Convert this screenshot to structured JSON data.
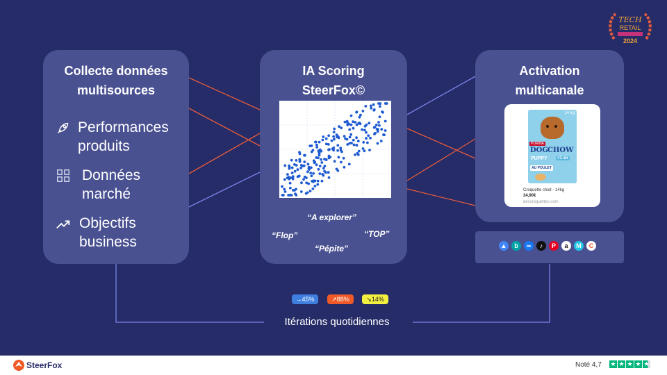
{
  "cards": {
    "collect": {
      "title_line1": "Collecte données",
      "title_line2": "multisources",
      "features": [
        {
          "icon": "rocket-icon",
          "line1": "Performances",
          "line2": "produits"
        },
        {
          "icon": "grid-icon",
          "line1": "Données",
          "line2": "marché"
        },
        {
          "icon": "trend-up-icon",
          "line1": "Objectifs",
          "line2": "business"
        }
      ]
    },
    "scoring": {
      "title_line1": "IA Scoring",
      "title_line2": "SteerFox©",
      "quadrants": {
        "explore": "“A explorer”",
        "flop": "“Flop”",
        "top": "“TOP”",
        "pepite": "“Pépite”"
      }
    },
    "activation": {
      "title_line1": "Activation",
      "title_line2": "multicanale",
      "product": {
        "brand": "PURINA",
        "name_line1": "DOG",
        "name_line2": "CHOW",
        "variant": "PUPPY",
        "age": "<1 an",
        "flavor": "AU POULET",
        "weight": "14 kg",
        "title": "Croquette chiot - 14kg",
        "price": "34,90€",
        "shop": "descroquettes.com"
      }
    }
  },
  "channels": [
    {
      "icon": "google-ads-icon",
      "color": "#4285f4"
    },
    {
      "icon": "bing-icon",
      "color": "#00a4a6"
    },
    {
      "icon": "meta-icon",
      "color": "#1877f2"
    },
    {
      "icon": "tiktok-icon",
      "color": "#111111"
    },
    {
      "icon": "pinterest-icon",
      "color": "#e60023"
    },
    {
      "icon": "amazon-icon",
      "color": "#222222"
    },
    {
      "icon": "marketplace-m-icon",
      "color": "#1fc6e6"
    },
    {
      "icon": "criteo-c-icon",
      "color": "#f04f24"
    }
  ],
  "badges": [
    {
      "text": "→45%",
      "color": "#3f7fe0",
      "text_color": "#ffffff"
    },
    {
      "text": "↗88%",
      "color": "#f05a28",
      "text_color": "#ffffff"
    },
    {
      "text": "↘14%",
      "color": "#f3f040",
      "text_color": "#222222"
    }
  ],
  "iteration_label": "Itérations quotidiennes",
  "award": {
    "line1": "TECH",
    "line2": "RETAIL",
    "year": "2024"
  },
  "footer": {
    "logo": "SteerFox",
    "rating": "Noté 4,7"
  },
  "colors": {
    "background": "#262c68",
    "card": "#4a5191",
    "accent_orange": "#e35b3c",
    "accent_blue": "#7b83e8"
  }
}
